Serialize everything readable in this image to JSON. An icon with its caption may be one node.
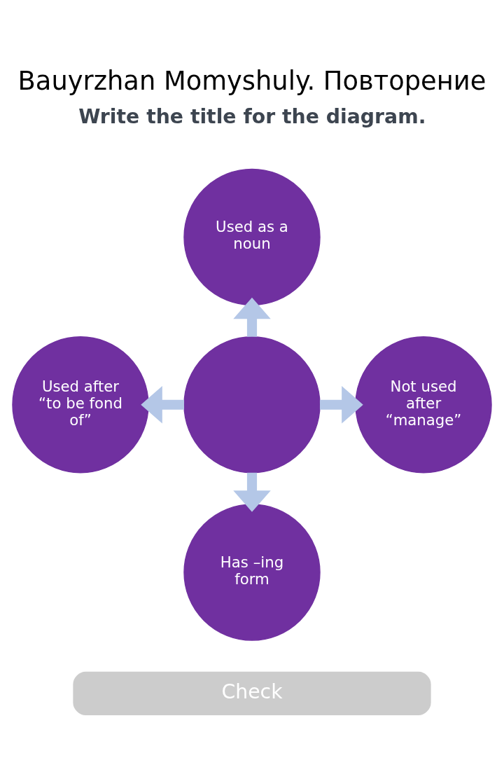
{
  "diagram": {
    "title": "Bauyrzhan Momyshuly. Повторение",
    "nodes": [
      {
        "text": [
          "Used as a noun"
        ]
      },
      {
        "text": [
          "Used after “to be fond of”"
        ]
      },
      {
        "text": [],
        "shape": "circle"
      },
      {
        "text": [
          "Not used after “manage”"
        ]
      },
      {
        "text": [
          "Has –ing form"
        ]
      }
    ],
    "edges": [
      {
        "from": 2,
        "to": 0,
        "arrow": "to"
      },
      {
        "from": 2,
        "to": 1,
        "arrow": "to"
      },
      {
        "from": 2,
        "to": 3,
        "arrow": "to"
      },
      {
        "from": 2,
        "to": 4,
        "arrow": "to"
      }
    ],
    "labels": [
      "Write the title for the diagram.",
      "Check"
    ]
  }
}
